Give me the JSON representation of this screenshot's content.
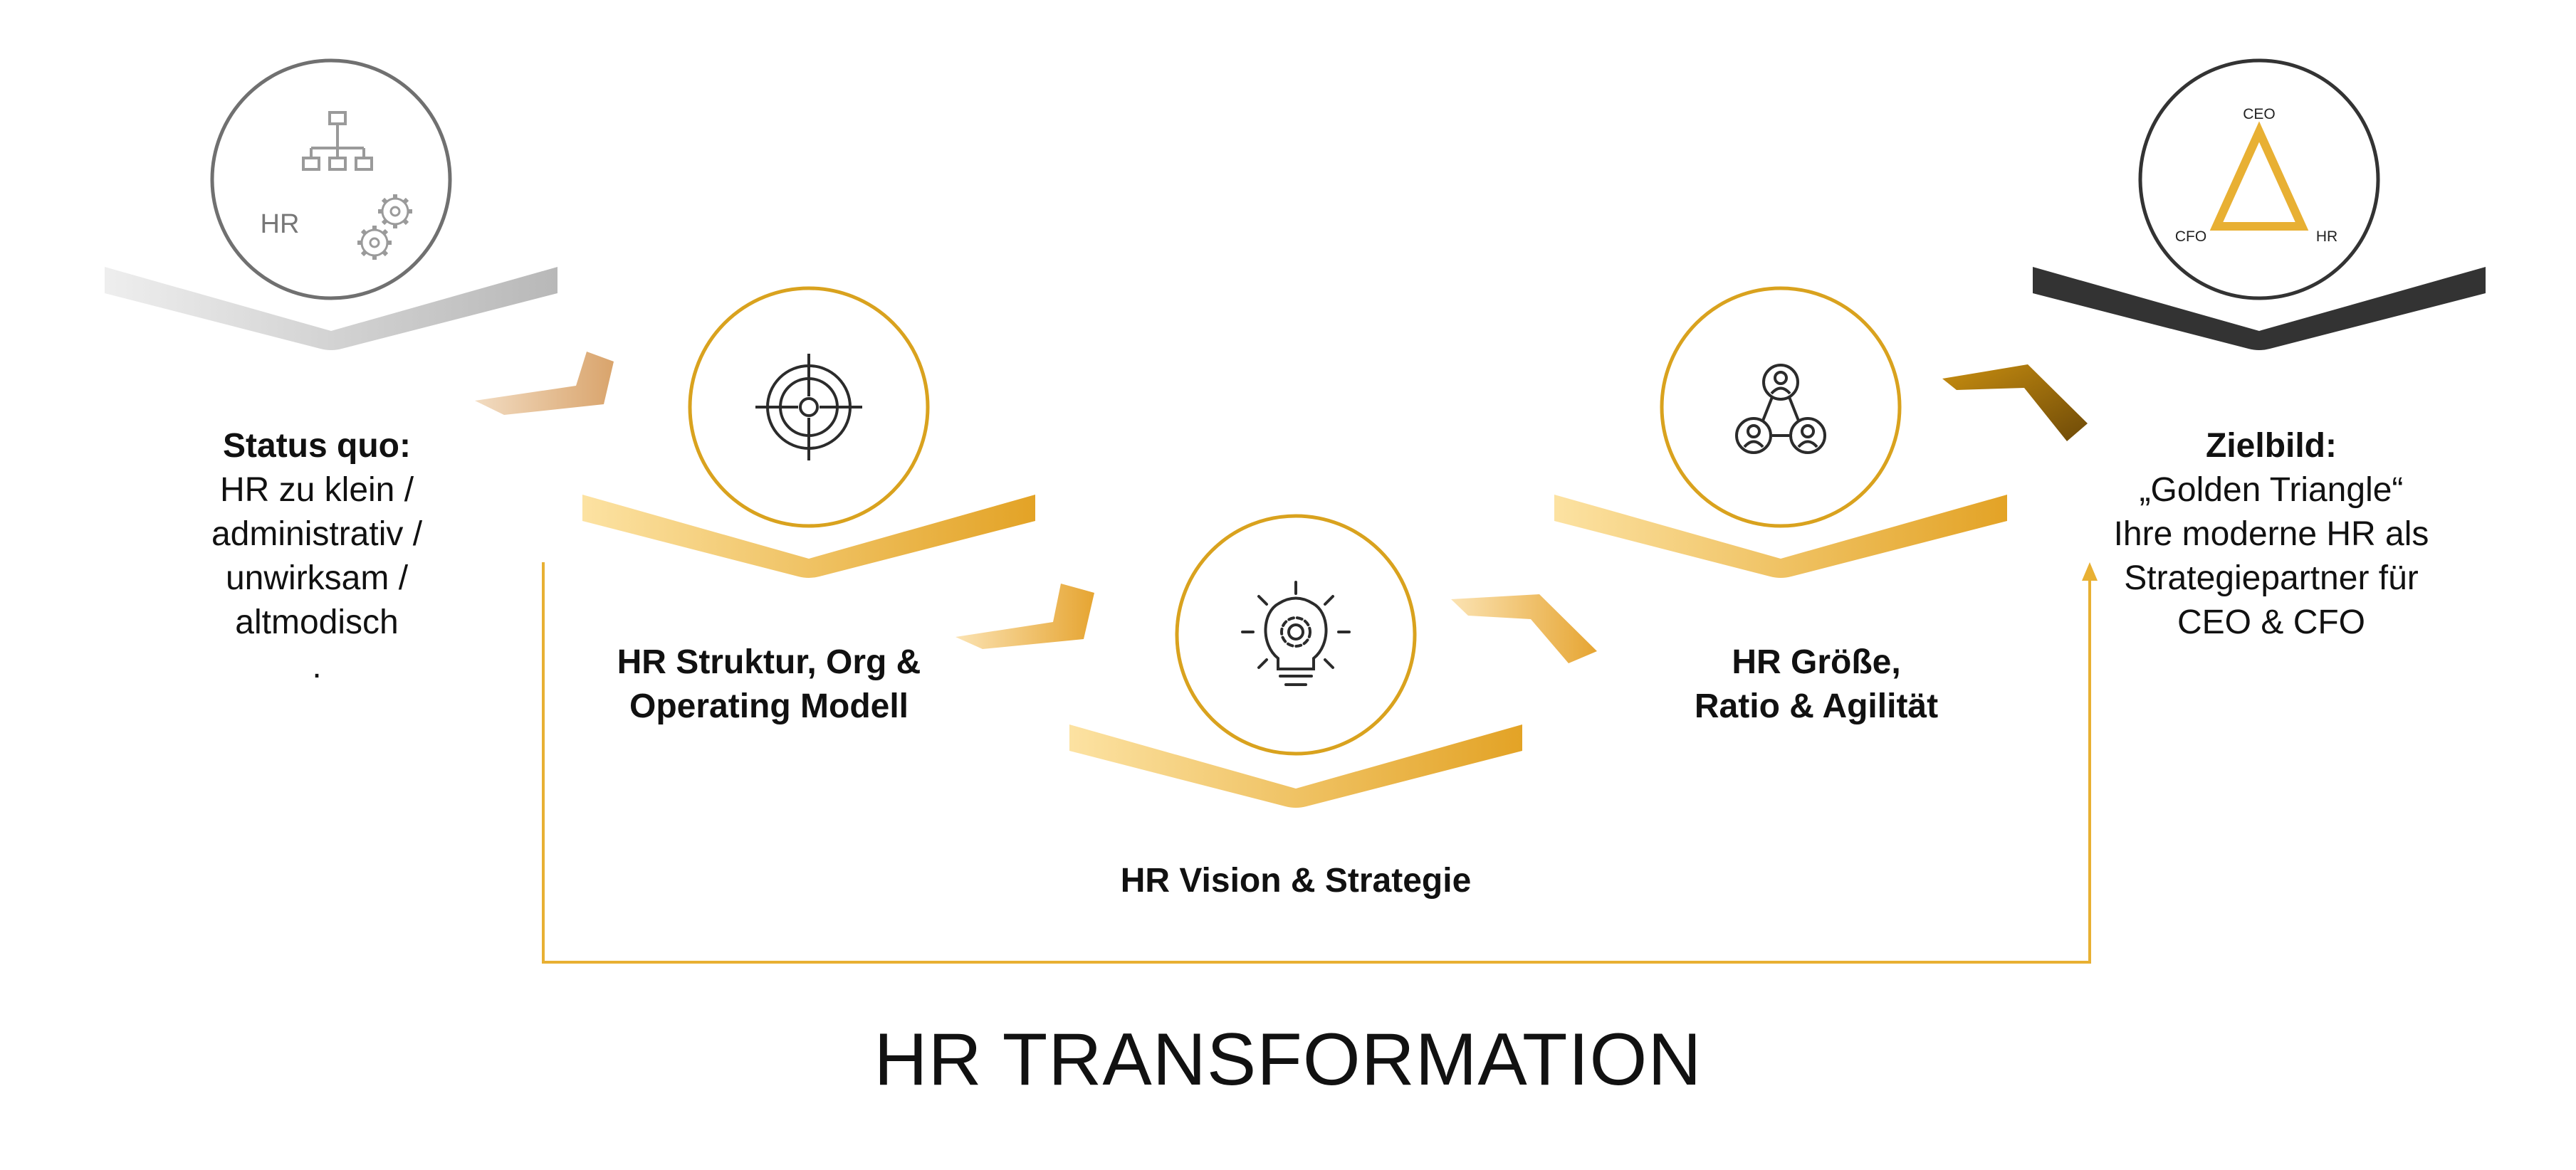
{
  "colors": {
    "gold": "#E8B033",
    "gold_dark": "#D39A1C",
    "gold_light": "#F9D88C",
    "grey_light": "#E6E6E6",
    "grey_mid": "#BBBBBB",
    "dark": "#333333",
    "circle_grey": "#707070"
  },
  "stages": {
    "status_quo": {
      "icon": "org-chart-gears-icon",
      "icon_text": "HR",
      "heading": "Status quo:",
      "lines": [
        "HR zu klein /",
        "administrativ /",
        "unwirksam /",
        "altmodisch",
        "."
      ]
    },
    "struktur": {
      "icon": "target-icon",
      "lines": [
        "HR Struktur, Org &",
        "Operating Modell"
      ]
    },
    "vision": {
      "icon": "lightbulb-gear-icon",
      "lines": [
        "HR Vision & Strategie"
      ]
    },
    "groesse": {
      "icon": "people-network-icon",
      "lines": [
        "HR Größe,",
        "Ratio & Agilität"
      ]
    },
    "zielbild": {
      "icon": "golden-triangle-icon",
      "triangle_labels": {
        "top": "CEO",
        "left": "CFO",
        "right": "HR"
      },
      "heading": "Zielbild:",
      "lines": [
        "„Golden Triangle“",
        "Ihre moderne HR als",
        "Strategiepartner für",
        "CEO & CFO"
      ]
    }
  },
  "footer_title": "HR TRANSFORMATION"
}
